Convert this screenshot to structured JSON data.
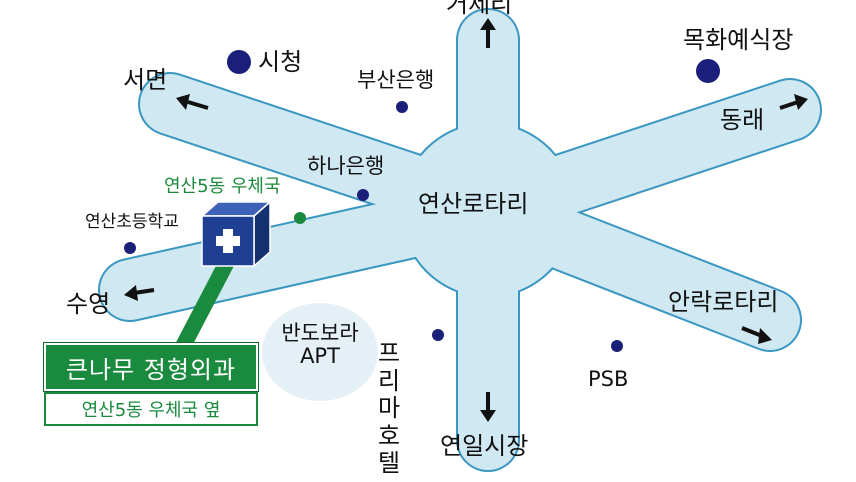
{
  "colors": {
    "road_fill": "#cfe8f1",
    "road_stroke": "#3a97c2",
    "landmark_dot": "#1a1f7a",
    "clinic_green": "#1a8a3e",
    "clinic_cube_blue": "#1f3f93"
  },
  "center": {
    "name": "연산로타리"
  },
  "directions": {
    "north": "거제리",
    "northwest": "서면",
    "west": "수영",
    "east_upper": "동래",
    "east_lower": "안락로타리",
    "south": "연일시장"
  },
  "landmarks": {
    "city_hall": "시청",
    "mokhwa_wedding": "목화예식장",
    "busan_bank": "부산은행",
    "hana_bank": "하나은행",
    "yeonsan_school": "연산초등학교",
    "post_office": "연산5동 우체국",
    "psb": "PSB",
    "primaho_hotel": "프리마호텔",
    "bando_apt_line1": "반도보라",
    "bando_apt_line2": "APT"
  },
  "clinic": {
    "icon": "hospital-cube-icon",
    "name": "큰나무 정형외과",
    "location": "연산5동 우체국 옆"
  }
}
